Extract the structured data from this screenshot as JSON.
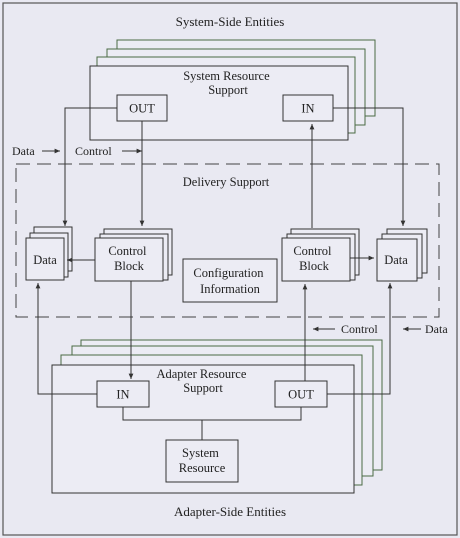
{
  "diagram": {
    "title_top": "System-Side Entities",
    "title_bottom": "Adapter-Side Entities",
    "system_resource_support": {
      "line1": "System Resource",
      "line2": "Support"
    },
    "system_out": "OUT",
    "system_in": "IN",
    "delivery_support": "Delivery Support",
    "data_left": "Data",
    "control_block_left": {
      "line1": "Control",
      "line2": "Block"
    },
    "configuration_information": {
      "line1": "Configuration",
      "line2": "Information"
    },
    "control_block_right": {
      "line1": "Control",
      "line2": "Block"
    },
    "data_right": "Data",
    "flow_data_left": "Data",
    "flow_control_left": "Control",
    "flow_control_right": "Control",
    "flow_data_right": "Data",
    "adapter_resource_support": {
      "line1": "Adapter Resource",
      "line2": "Support"
    },
    "adapter_in": "IN",
    "adapter_out": "OUT",
    "system_resource": {
      "line1": "System",
      "line2": "Resource"
    }
  },
  "colors": {
    "background": "#e9e9f2",
    "box_fill": "#ececf4",
    "line": "#333333",
    "stack_line": "#4a6a44"
  }
}
